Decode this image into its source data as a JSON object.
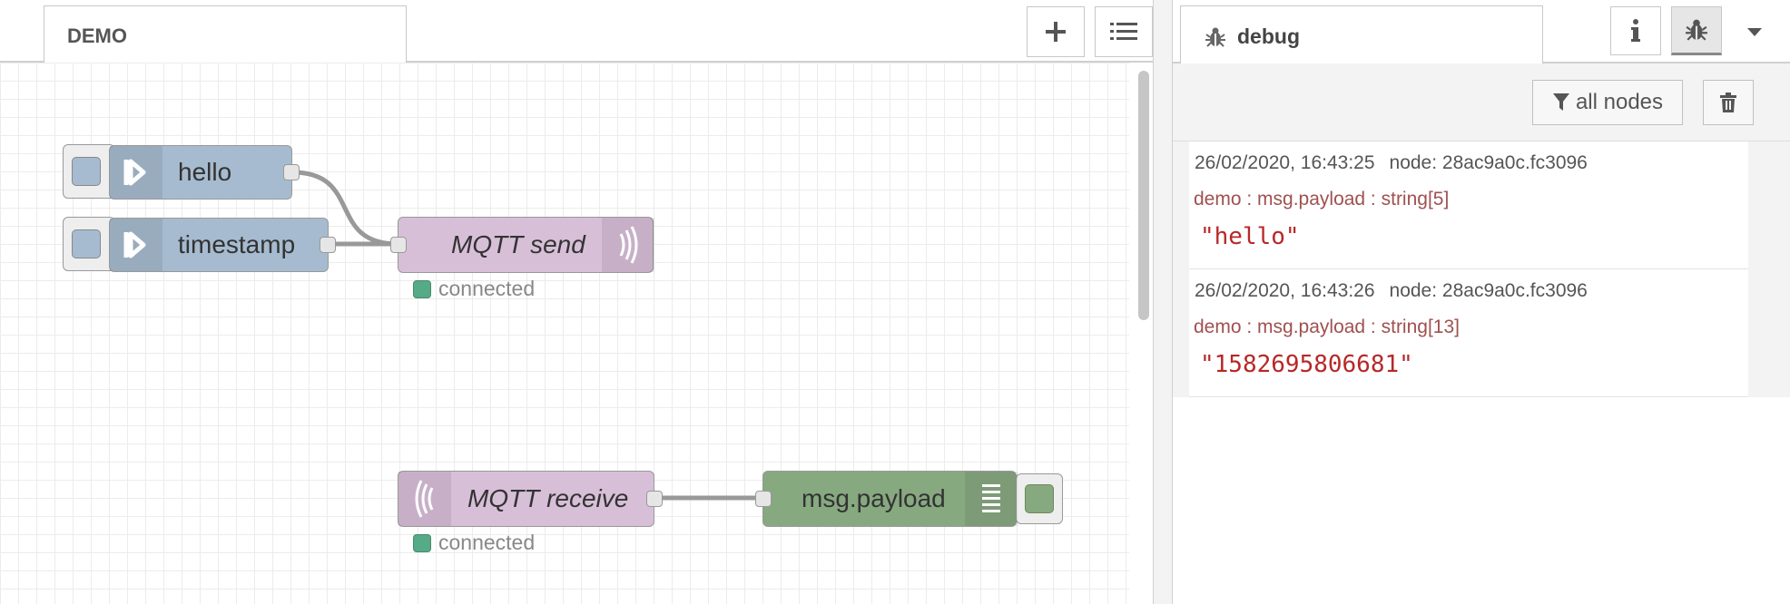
{
  "workspace": {
    "tab_label": "DEMO",
    "add_button_icon": "plus-icon",
    "list_button_icon": "list-icon"
  },
  "flow": {
    "nodes": {
      "hello": {
        "label": "hello",
        "color": "#a6bbcf"
      },
      "timestamp": {
        "label": "timestamp",
        "color": "#a6bbcf"
      },
      "mqtt_send": {
        "label": "MQTT send",
        "color": "#d8bfd8",
        "status": "connected"
      },
      "mqtt_receive": {
        "label": "MQTT receive",
        "color": "#d8bfd8",
        "status": "connected"
      },
      "msg_payload": {
        "label": "msg.payload",
        "color": "#87a980"
      }
    },
    "status_color": "#5a8"
  },
  "sidebar": {
    "tab_label": "debug",
    "tab_icon": "bug-icon",
    "info_icon": "info-icon",
    "debug_icon": "bug-icon",
    "menu_icon": "caret-down-icon",
    "filter_label": "all nodes",
    "clear_icon": "trash-icon",
    "messages": [
      {
        "timestamp": "26/02/2020, 16:43:25",
        "node": "node: 28ac9a0c.fc3096",
        "topic": "demo : msg.payload : string[5]",
        "payload": "\"hello\""
      },
      {
        "timestamp": "26/02/2020, 16:43:26",
        "node": "node: 28ac9a0c.fc3096",
        "topic": "demo : msg.payload : string[13]",
        "payload": "\"1582695806681\""
      }
    ]
  }
}
